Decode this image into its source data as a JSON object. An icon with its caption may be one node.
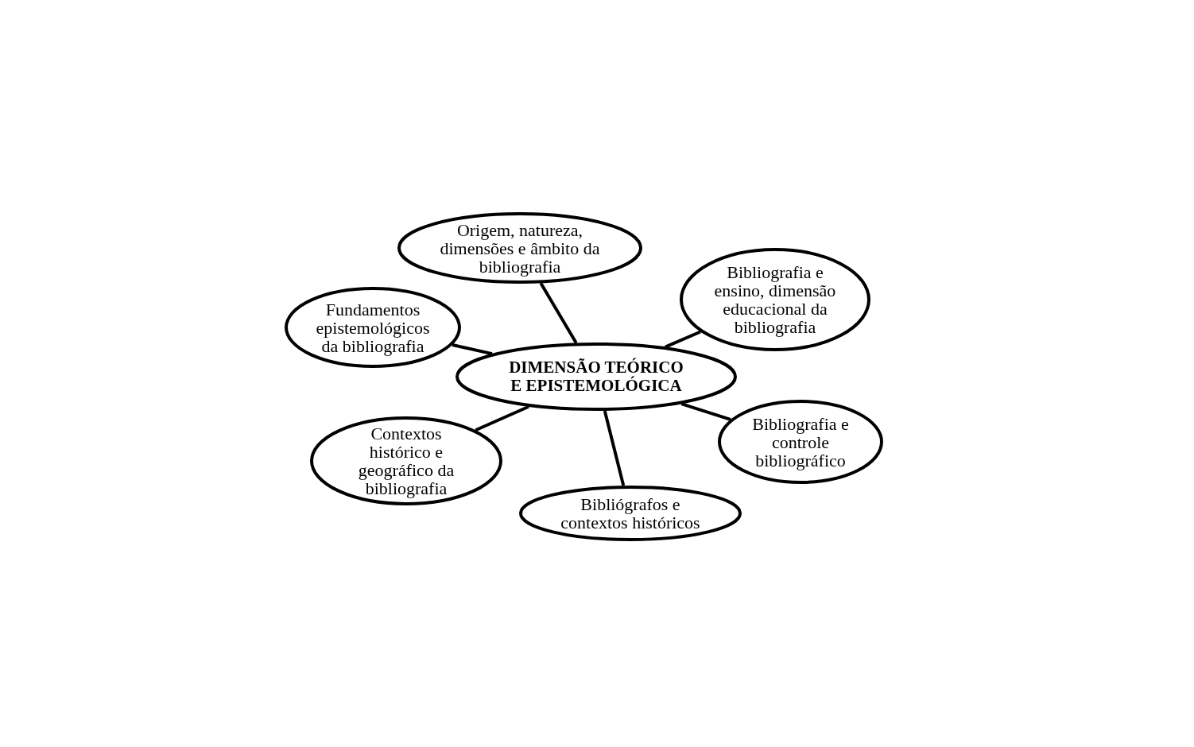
{
  "diagram": {
    "nodes": [
      {
        "text": [
          "DIMENSÃO TEÓRICO E EPISTEMOLÓGICA"
        ]
      },
      {
        "text": [
          "Origem, natureza, dimensões e âmbito da bibliografia"
        ]
      },
      {
        "text": [
          "Bibliografia e ensino, dimensão educacional da bibliografia"
        ]
      },
      {
        "text": [
          "Fundamentos epistemológicos da bibliografia"
        ]
      },
      {
        "text": [
          "Bibliografia e controle bibliográfico"
        ]
      },
      {
        "text": [
          "Contextos histórico e geográfico da bibliografia"
        ]
      },
      {
        "text": [
          "Bibliógrafos e contextos históricos"
        ]
      }
    ],
    "edges": [
      {
        "from": 0,
        "to": 1,
        "arrow": "none"
      },
      {
        "from": 0,
        "to": 2,
        "arrow": "none"
      },
      {
        "from": 0,
        "to": 3,
        "arrow": "none"
      },
      {
        "from": 0,
        "to": 4,
        "arrow": "none"
      },
      {
        "from": 0,
        "to": 5,
        "arrow": "none"
      },
      {
        "from": 0,
        "to": 6,
        "arrow": "none"
      }
    ]
  }
}
